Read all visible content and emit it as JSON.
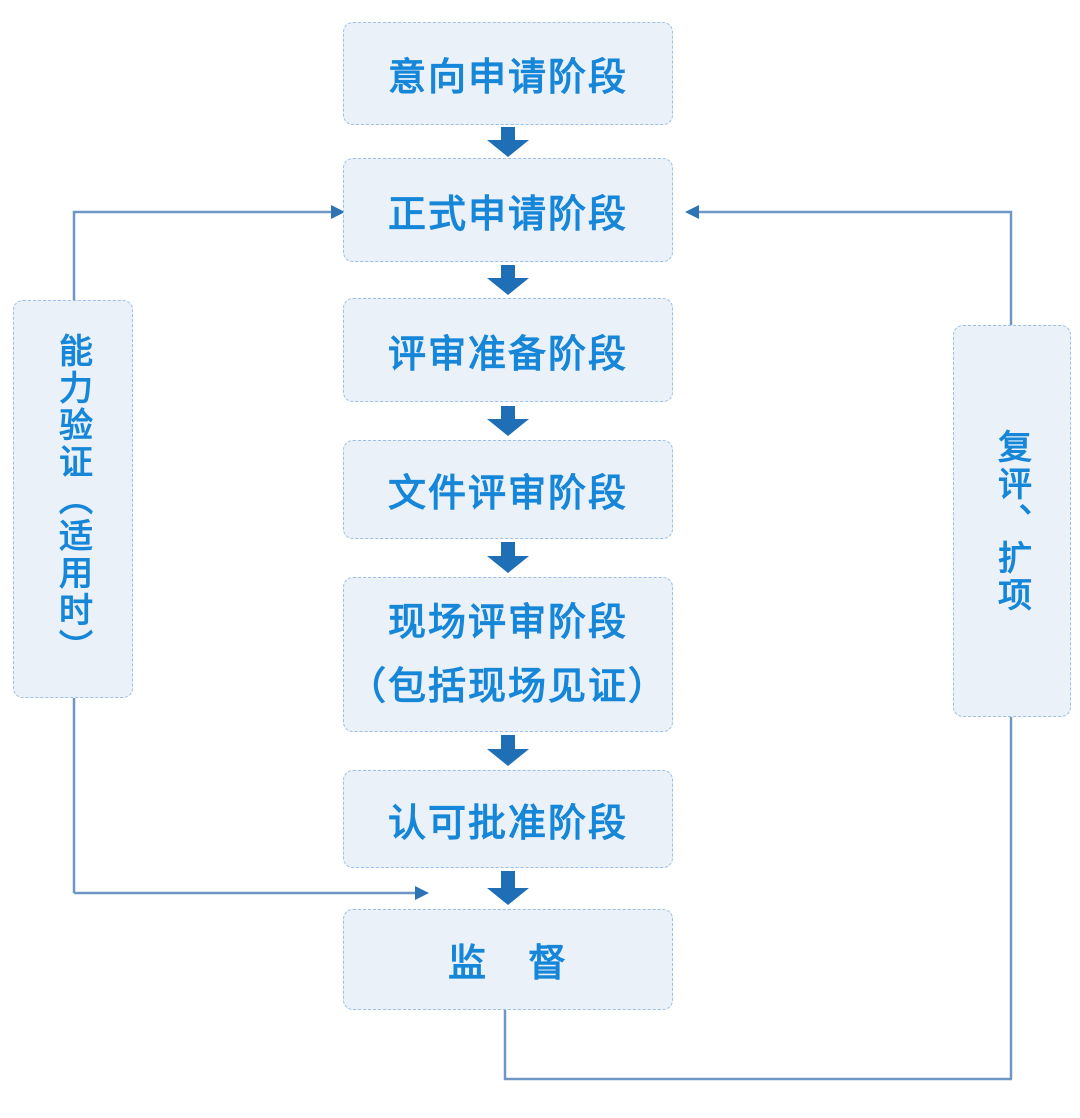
{
  "diagram": {
    "title": "accreditation-process-flowchart",
    "stages": [
      {
        "label": "意向申请阶段"
      },
      {
        "label": "正式申请阶段"
      },
      {
        "label": "评审准备阶段"
      },
      {
        "label": "文件评审阶段"
      },
      {
        "label": "现场评审阶段",
        "sublabel": "（包括现场见证）"
      },
      {
        "label": "认可批准阶段"
      },
      {
        "label": "监　督"
      }
    ],
    "side_panels": {
      "left": {
        "label": "能力验证（适用时）"
      },
      "right": {
        "label": "复评、扩项"
      }
    },
    "colors": {
      "node_fill": "#EAF1F9",
      "node_border": "#9CC0E4",
      "node_text": "#1686D8",
      "block_arrow": "#1F6FB6",
      "connector_line": "#6E97C5",
      "connector_arrowhead": "#2E74B5"
    }
  }
}
